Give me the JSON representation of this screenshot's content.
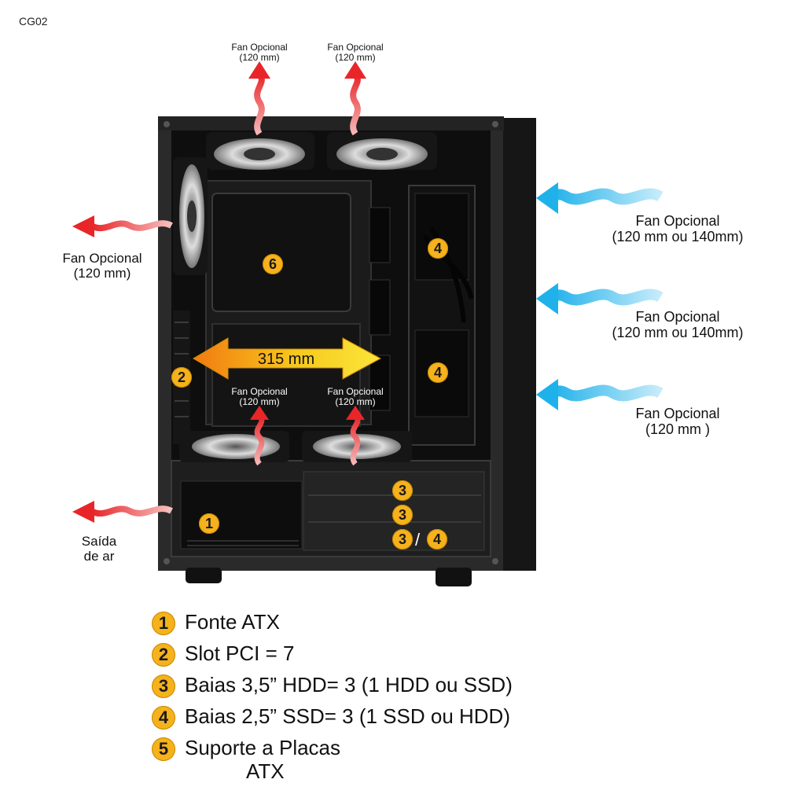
{
  "model": "CG02",
  "top_fans": [
    {
      "label": "Fan Opcional",
      "size": "(120 mm)"
    },
    {
      "label": "Fan Opcional",
      "size": "(120 mm)"
    }
  ],
  "rear_fan": {
    "label": "Fan Opcional",
    "size": "(120 mm)"
  },
  "front_fans": [
    {
      "label": "Fan Opcional",
      "size": "(120 mm ou 140mm)"
    },
    {
      "label": "Fan Opcional",
      "size": "(120 mm ou 140mm)"
    },
    {
      "label": "Fan Opcional",
      "size": "(120 mm )"
    }
  ],
  "bottom_fans": [
    {
      "label": "Fan Opcional",
      "size": "(120 mm)"
    },
    {
      "label": "Fan Opcional",
      "size": "(120 mm)"
    }
  ],
  "exhaust": {
    "line1": "Saída",
    "line2": "de ar"
  },
  "gpu_length": "315 mm",
  "badges": {
    "b1": "1",
    "b2": "2",
    "b3": "3",
    "b4": "4",
    "b6": "6",
    "slash": "/"
  },
  "legend": [
    {
      "num": "1",
      "text": "Fonte ATX"
    },
    {
      "num": "2",
      "text": "Slot PCI = 7"
    },
    {
      "num": "3",
      "text": "Baias 3,5” HDD= 3 (1 HDD ou SSD)"
    },
    {
      "num": "4",
      "text": "Baias 2,5” SSD= 3 (1 SSD ou HDD)"
    },
    {
      "num": "5",
      "text": "Suporte a Placas",
      "sub": "ATX"
    }
  ],
  "colors": {
    "hot_arrow": "#e8262a",
    "cold_arrow": "#1fb1ea",
    "badge": "#f5b21c",
    "case": "#1c1c1c"
  }
}
